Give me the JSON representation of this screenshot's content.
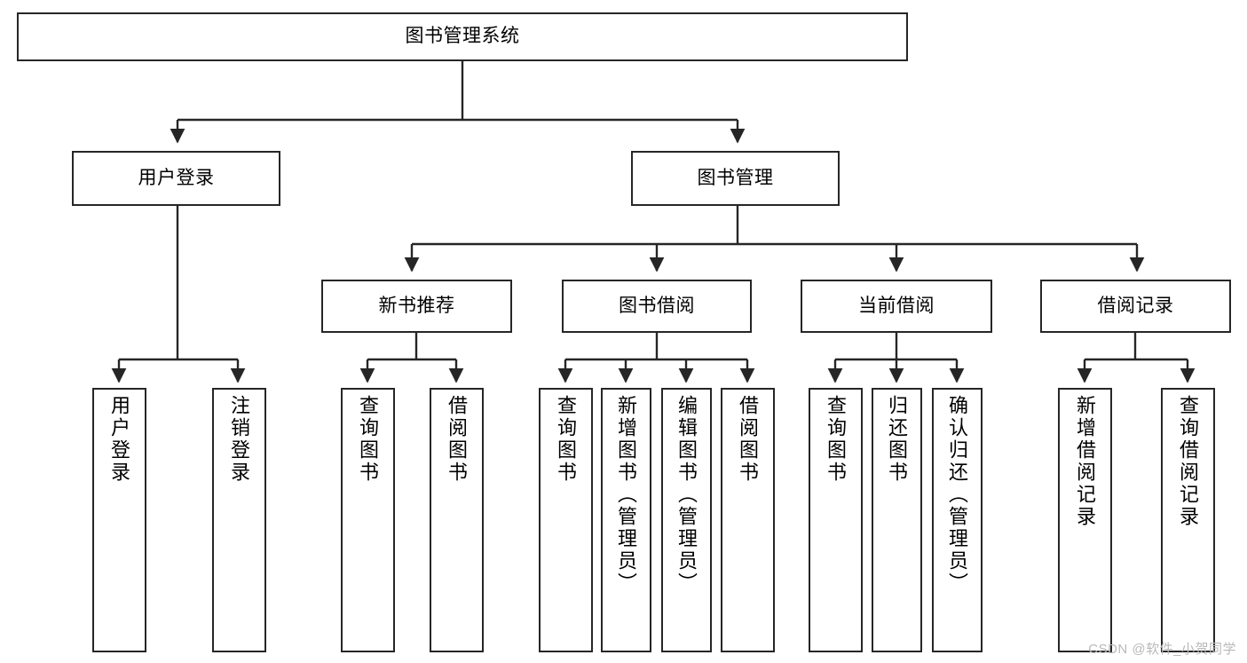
{
  "diagram": {
    "type": "tree",
    "title": "图书管理系统",
    "line_color": "#262626",
    "box_fill": "#ffffff",
    "text_color": "#000000",
    "root": {
      "label": "图书管理系统"
    },
    "level2": [
      {
        "label": "用户登录"
      },
      {
        "label": "图书管理"
      }
    ],
    "level3": [
      {
        "label": "新书推荐"
      },
      {
        "label": "图书借阅"
      },
      {
        "label": "当前借阅"
      },
      {
        "label": "借阅记录"
      }
    ],
    "leaves": {
      "user_login": [
        {
          "label": "用户登录"
        },
        {
          "label": "注销登录"
        }
      ],
      "new_book": [
        {
          "label": "查询图书"
        },
        {
          "label": "借阅图书"
        }
      ],
      "book_borrow": [
        {
          "label": "查询图书"
        },
        {
          "label": "新增图书（管理员）"
        },
        {
          "label": "编辑图书（管理员）"
        },
        {
          "label": "借阅图书"
        }
      ],
      "current_borrow": [
        {
          "label": "查询图书"
        },
        {
          "label": "归还图书"
        },
        {
          "label": "确认归还（管理员）"
        }
      ],
      "borrow_record": [
        {
          "label": "新增借阅记录"
        },
        {
          "label": "查询借阅记录"
        }
      ]
    }
  },
  "watermark": {
    "text": "CSDN @软件_小贺同学",
    "color": "#b8b8b8"
  }
}
